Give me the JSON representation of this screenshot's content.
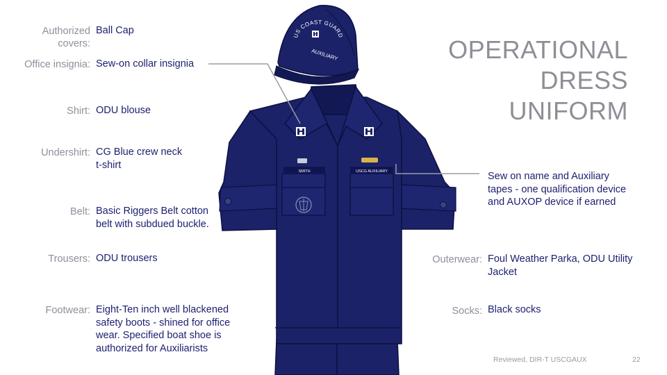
{
  "title": {
    "line1": "OPERATIONAL",
    "line2": "DRESS",
    "line3": "UNIFORM"
  },
  "items": {
    "covers": {
      "label_l1": "Authorized",
      "label_l2": "covers:",
      "value": "Ball Cap"
    },
    "insignia": {
      "label": "Office insignia:",
      "value": "Sew-on collar insignia"
    },
    "shirt": {
      "label": "Shirt:",
      "value": "ODU blouse"
    },
    "undershirt": {
      "label": "Undershirt:",
      "value_l1": "CG Blue crew neck",
      "value_l2": "t-shirt"
    },
    "belt": {
      "label": "Belt:",
      "value_l1": "Basic Riggers Belt cotton",
      "value_l2": "belt with subdued buckle."
    },
    "trousers": {
      "label": "Trousers:",
      "value": "ODU trousers"
    },
    "footwear": {
      "label": "Footwear:",
      "value_l1": "Eight-Ten inch well blackened",
      "value_l2": "safety boots - shined for office",
      "value_l3": "wear. Specified boat shoe is",
      "value_l4": "authorized for Auxiliarists"
    },
    "tapes": {
      "value_l1": "Sew on name and Auxiliary",
      "value_l2": "tapes - one qualification device",
      "value_l3": "and AUXOP device if earned"
    },
    "outerwear": {
      "label": "Outerwear:",
      "value_l1": "Foul Weather Parka, ODU Utility",
      "value_l2": "Jacket"
    },
    "socks": {
      "label": "Socks:",
      "value": "Black socks"
    }
  },
  "cap_text": {
    "arc1": "US COAST GUARD",
    "arc2": "AUXILIARY"
  },
  "tapes_on_shirt": {
    "name": "SMITH",
    "service": "USCG AUXILIARY"
  },
  "footer": {
    "note": "Reviewed, DIR-T USCGAUX",
    "page": "22"
  },
  "colors": {
    "uniform": "#1b2268",
    "uniform_dark": "#121853",
    "label": "#8f8f9c",
    "value": "#1c1f6e"
  }
}
